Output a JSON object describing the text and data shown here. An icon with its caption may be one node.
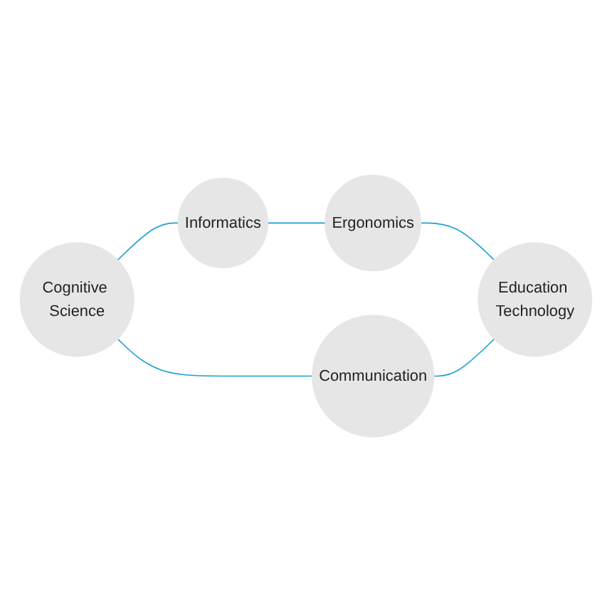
{
  "diagram": {
    "nodes": [
      {
        "text": [
          "Informatics"
        ]
      },
      {
        "text": [
          "Ergonomics"
        ]
      },
      {
        "text": [
          "Cognitive Science"
        ]
      },
      {
        "text": [
          "Education Technology"
        ]
      },
      {
        "text": [
          "Communication"
        ]
      }
    ],
    "edges": [
      {
        "from": 0,
        "to": 1,
        "arrow": "none"
      },
      {
        "from": 1,
        "to": 3,
        "arrow": "none"
      },
      {
        "from": 4,
        "to": 3,
        "arrow": "none"
      },
      {
        "from": 2,
        "to": 4,
        "arrow": "none"
      },
      {
        "from": 2,
        "to": 0,
        "arrow": "none"
      }
    ]
  }
}
